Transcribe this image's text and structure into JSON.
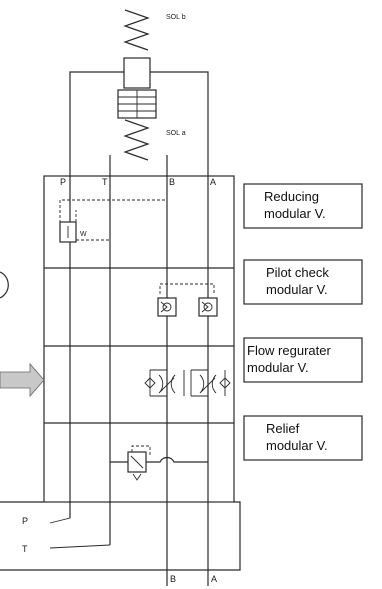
{
  "solenoids": {
    "sol_b": "SOL b",
    "sol_a": "SOL a"
  },
  "ports_top": {
    "p": "P",
    "t": "T",
    "b": "B",
    "a": "A"
  },
  "ports_bottom": {
    "p": "P",
    "t": "T",
    "b": "B",
    "a": "A"
  },
  "modules": [
    {
      "line1": "Reducing",
      "line2": "modular V."
    },
    {
      "line1": "Pilot check",
      "line2": "modular V."
    },
    {
      "line1": "Flow regurater",
      "line2": "modular V."
    },
    {
      "line1": "Relief",
      "line2": "modular V."
    }
  ],
  "symbols": {
    "reducing_w": "W"
  }
}
